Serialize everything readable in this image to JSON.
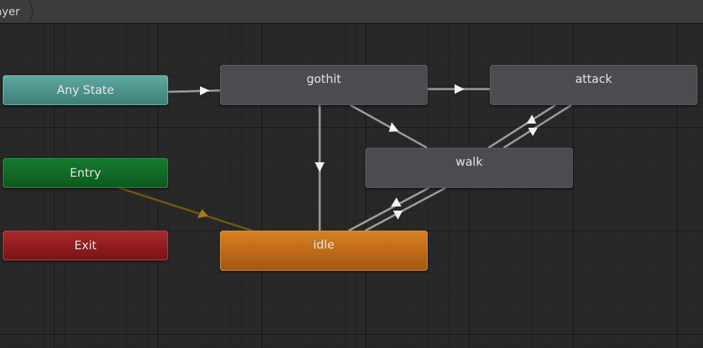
{
  "breadcrumb": {
    "layer_label": "ayer"
  },
  "states": {
    "any_state": "Any State",
    "entry": "Entry",
    "exit": "Exit",
    "gothit": "gothit",
    "attack": "attack",
    "walk": "walk",
    "idle": "idle"
  },
  "colors": {
    "default_state": "#4a4c50",
    "default_layer_state": "#d77f22",
    "any_state": "#5fa9a0",
    "entry": "#157a2e",
    "exit": "#a8282c",
    "transition": "#9a9a9a",
    "entry_transition": "#7a5a14"
  }
}
